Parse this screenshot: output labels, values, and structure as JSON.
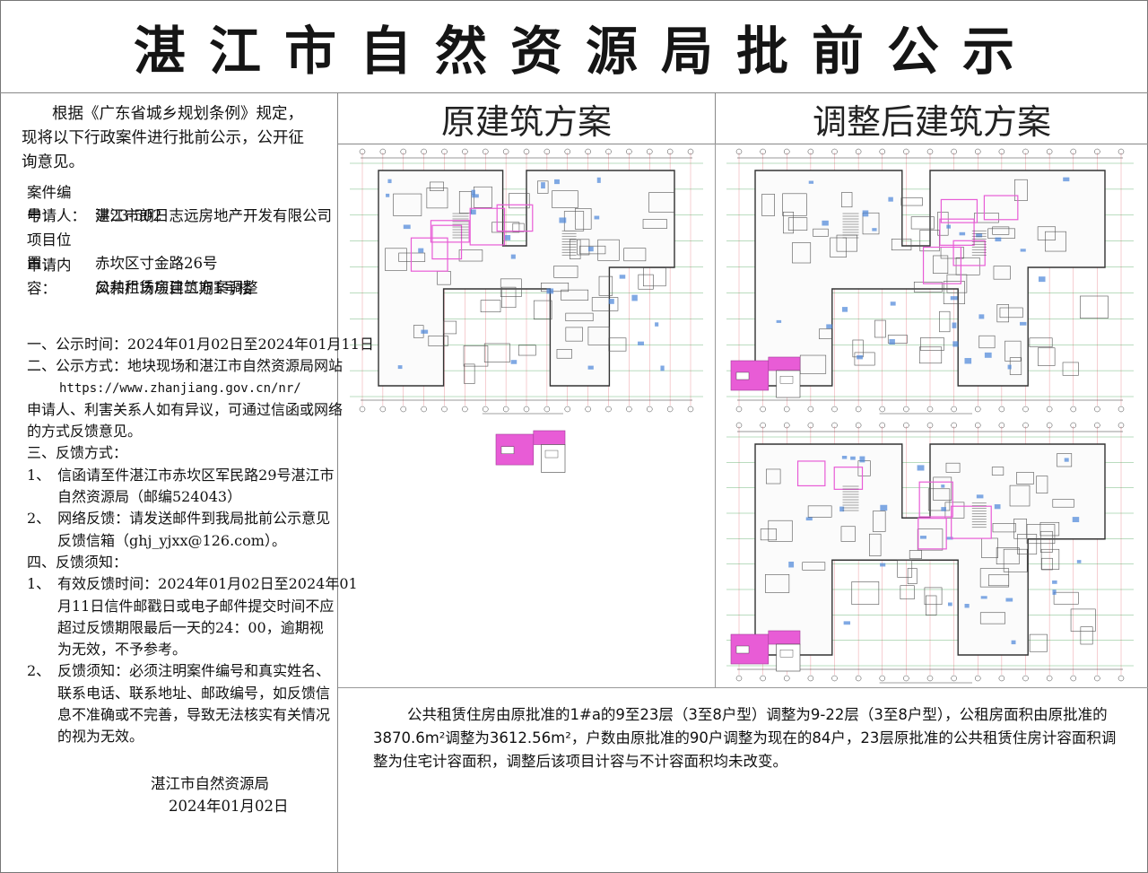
{
  "title": "湛江市自然资源局批前公示",
  "intro": "根据《广东省城乡规划条例》规定，现将以下行政案件进行批前公示，公开征询意见。",
  "case": {
    "number_label": "案件编号：",
    "number_value": "建23-502",
    "applicant_label": "申请人：",
    "applicant_value": "湛江市朗日志远房地产开发有限公司",
    "location_label": "项目位置：",
    "location_value": "赤坎区寸金路26号",
    "content_label": "申请内容：",
    "content_value_1": "凤和广场项目二期1号楼",
    "content_value_2": "公共租赁房建筑方案调整"
  },
  "notice": {
    "time": "一、公示时间：2024年01月02日至2024年01月11日",
    "method": "二、公示方式：地块现场和湛江市自然资源局网站",
    "url": "https://www.zhanjiang.gov.cn/nr/",
    "objection_1": "申请人、利害关系人如有异议，可通过信函或网络",
    "objection_2": "的方式反馈意见。",
    "feedback_title": "三、反馈方式：",
    "fb1_a": "1、　信函请至件湛江市赤坎区军民路29号湛江市",
    "fb1_b": "自然资源局（邮编524043）",
    "fb2_a": "2、　网络反馈：请发送邮件到我局批前公示意见",
    "fb2_b": "反馈信箱（ghj_yjxx@126.com）。",
    "must_title": "四、反馈须知：",
    "m1_a": "1、　有效反馈时间：2024年01月02日至2024年01",
    "m1_b": "月11日信件邮戳日或电子邮件提交时间不应",
    "m1_c": "超过反馈期限最后一天的24：00，逾期视",
    "m1_d": "为无效，不予参考。",
    "m2_a": "2、　反馈须知：必须注明案件编号和真实姓名、",
    "m2_b": "联系电话、联系地址、邮政编号，如反馈信",
    "m2_c": "息不准确或不完善，导致无法核实有关情况",
    "m2_d": "的视为无效。"
  },
  "footer": {
    "org": "湛江市自然资源局",
    "date": "2024年01月02日"
  },
  "plans": {
    "original_title": "原建筑方案",
    "adjusted_title": "调整后建筑方案"
  },
  "summary": "公共租赁住房由原批准的1#a的9至23层（3至8户型）调整为9-22层（3至8户型），公租房面积由原批准的3870.6m²调整为3612.56m²，户数由原批准的90户调整为现在的84户，23层原批准的公共租赁住房计容面积调整为住宅计容面积，调整后该项目计容与不计容面积均未改变。",
  "colors": {
    "grid_red": "#e8747e",
    "grid_green": "#3a9b4a",
    "highlight_magenta": "#e85cd6",
    "wall_dark": "#333333",
    "fixture_blue": "#4a84d8"
  }
}
